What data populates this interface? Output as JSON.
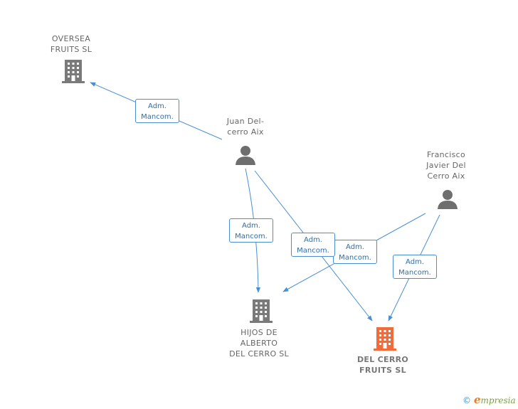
{
  "colors": {
    "edge": "#4a8fd4",
    "company": "#7a7a7a",
    "focus_company": "#f26b3a",
    "person": "#6e6e6e"
  },
  "nodes": {
    "oversea": {
      "label": "OVERSEA\nFRUITS SL",
      "icon": "building-icon"
    },
    "juan": {
      "label": "Juan Del-\ncerro Aix",
      "icon": "person-icon"
    },
    "francisco": {
      "label": "Francisco\nJavier Del\nCerro Aix",
      "icon": "person-icon"
    },
    "hijos": {
      "label": "HIJOS DE\nALBERTO\nDEL CERRO SL",
      "icon": "building-icon"
    },
    "delcerro": {
      "label": "DEL CERRO\nFRUITS SL",
      "icon": "building-icon"
    }
  },
  "edges": [
    {
      "from": "juan",
      "to": "oversea",
      "line1": "Adm.",
      "line2": "Mancom."
    },
    {
      "from": "juan",
      "to": "hijos",
      "line1": "Adm.",
      "line2": "Mancom."
    },
    {
      "from": "juan",
      "to": "delcerro",
      "line1": "Adm.",
      "line2": "Mancom."
    },
    {
      "from": "francisco",
      "to": "hijos",
      "line1": "Adm.",
      "line2": "Mancom."
    },
    {
      "from": "francisco",
      "to": "delcerro",
      "line1": "Adm.",
      "line2": "Mancom."
    }
  ],
  "footer": {
    "copyright": "©",
    "brand_e": "e",
    "brand_rest": "mpresia"
  }
}
